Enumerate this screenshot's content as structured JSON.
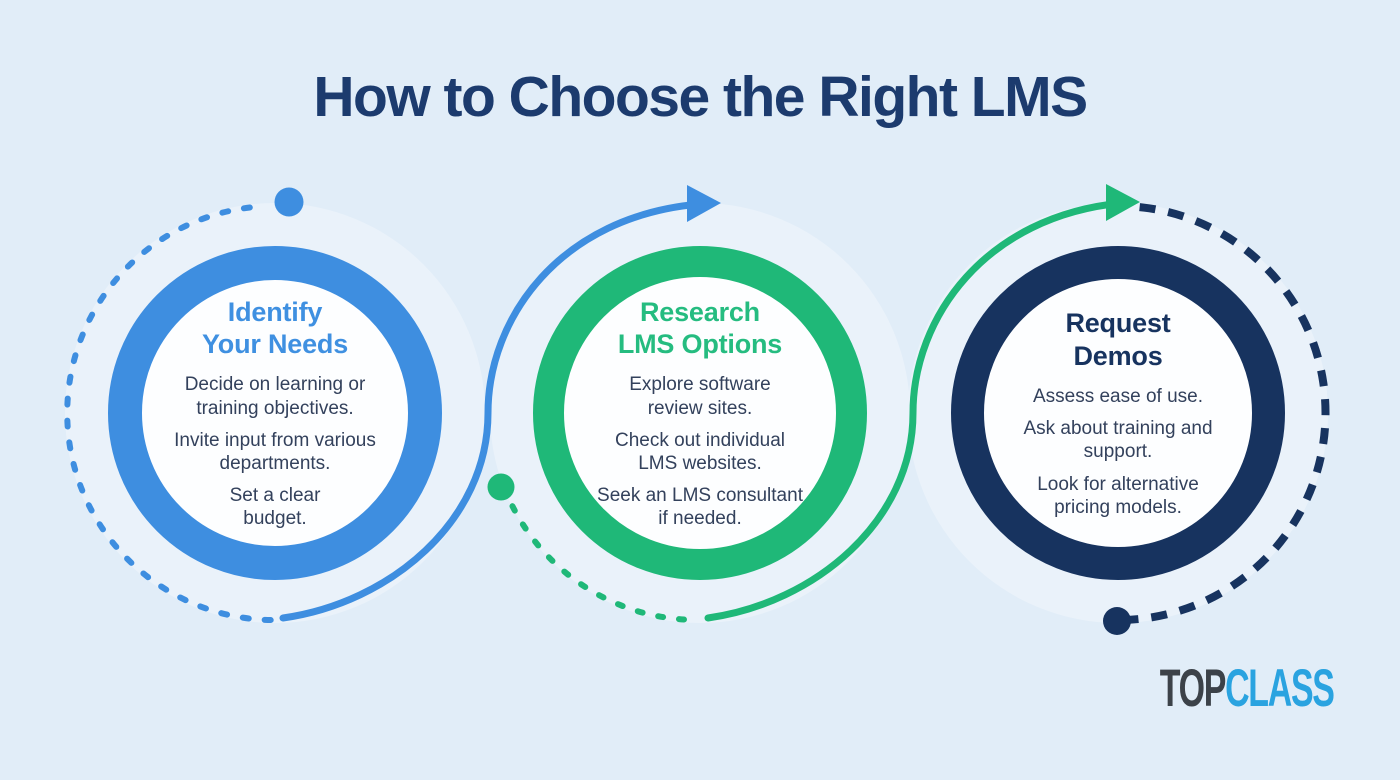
{
  "title": "How to Choose the Right LMS",
  "steps": [
    {
      "title": "Identify\nYour Needs",
      "color": "#3e8ee0",
      "items": [
        "Decide on learning or\ntraining objectives.",
        "Invite input from various\ndepartments.",
        "Set a clear\nbudget."
      ]
    },
    {
      "title": "Research\nLMS Options",
      "color": "#1fb878",
      "items": [
        "Explore software\nreview sites.",
        "Check out individual\nLMS websites.",
        "Seek an LMS consultant\nif needed."
      ]
    },
    {
      "title": "Request\nDemos",
      "color": "#17335f",
      "items": [
        "Assess ease of use.",
        "Ask about training and\nsupport.",
        "Look for alternative\npricing models."
      ]
    }
  ],
  "logo": {
    "part1": "TOP",
    "part2": "CLASS",
    "part1_color": "#3c4249",
    "part2_color": "#2aa3e0"
  },
  "palette": {
    "background": "#e1edf8",
    "halo": "#eaf2fa",
    "title_text": "#1c3b6e",
    "body_text": "#33415c",
    "circle_fill": "#fdfeff"
  }
}
